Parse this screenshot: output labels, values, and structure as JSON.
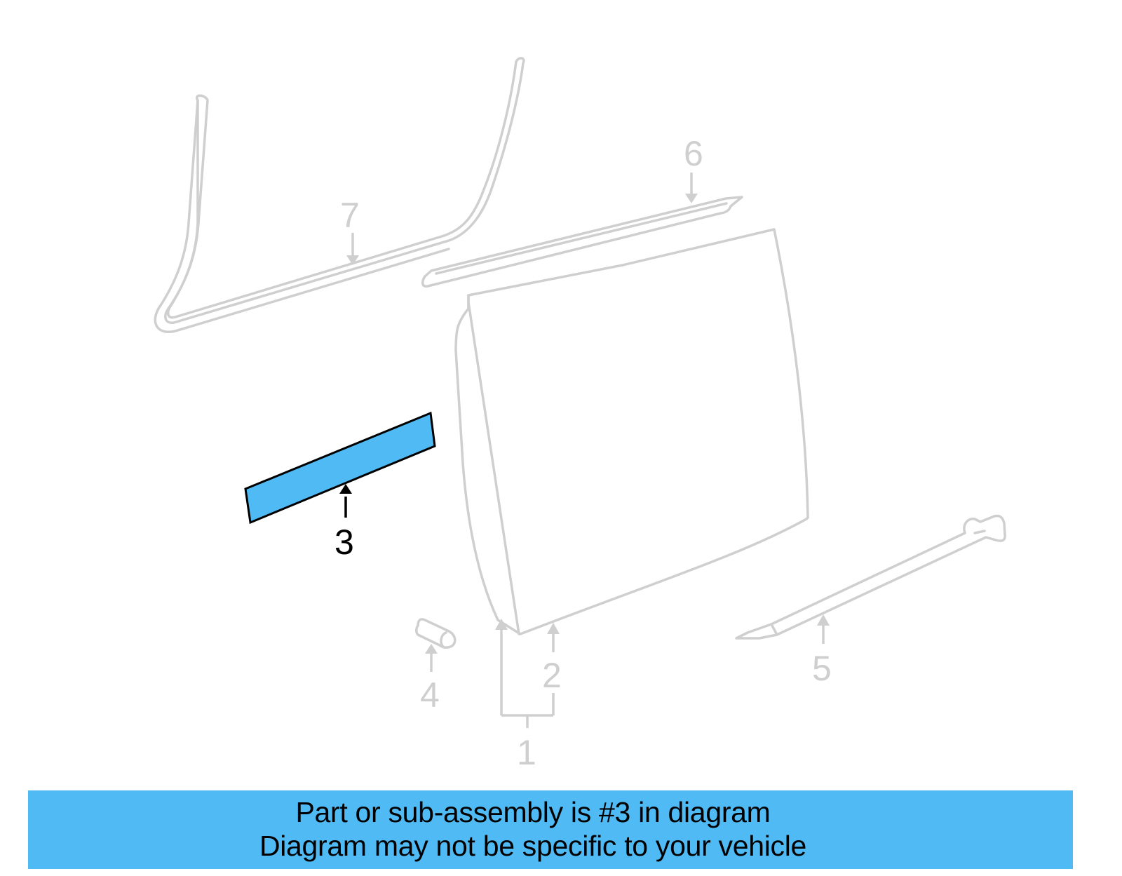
{
  "diagram": {
    "type": "parts-exploded-view",
    "highlighted_part": "3",
    "highlight_color": "#4fbaf4",
    "line_color": "#cfcfcf",
    "callouts": [
      {
        "id": "1",
        "label": "1"
      },
      {
        "id": "2",
        "label": "2"
      },
      {
        "id": "3",
        "label": "3"
      },
      {
        "id": "4",
        "label": "4"
      },
      {
        "id": "5",
        "label": "5"
      },
      {
        "id": "6",
        "label": "6"
      },
      {
        "id": "7",
        "label": "7"
      }
    ]
  },
  "banner": {
    "line1": "Part or sub-assembly is #3 in diagram",
    "line2": "Diagram may not be specific to your vehicle",
    "background": "#4fbaf4"
  }
}
